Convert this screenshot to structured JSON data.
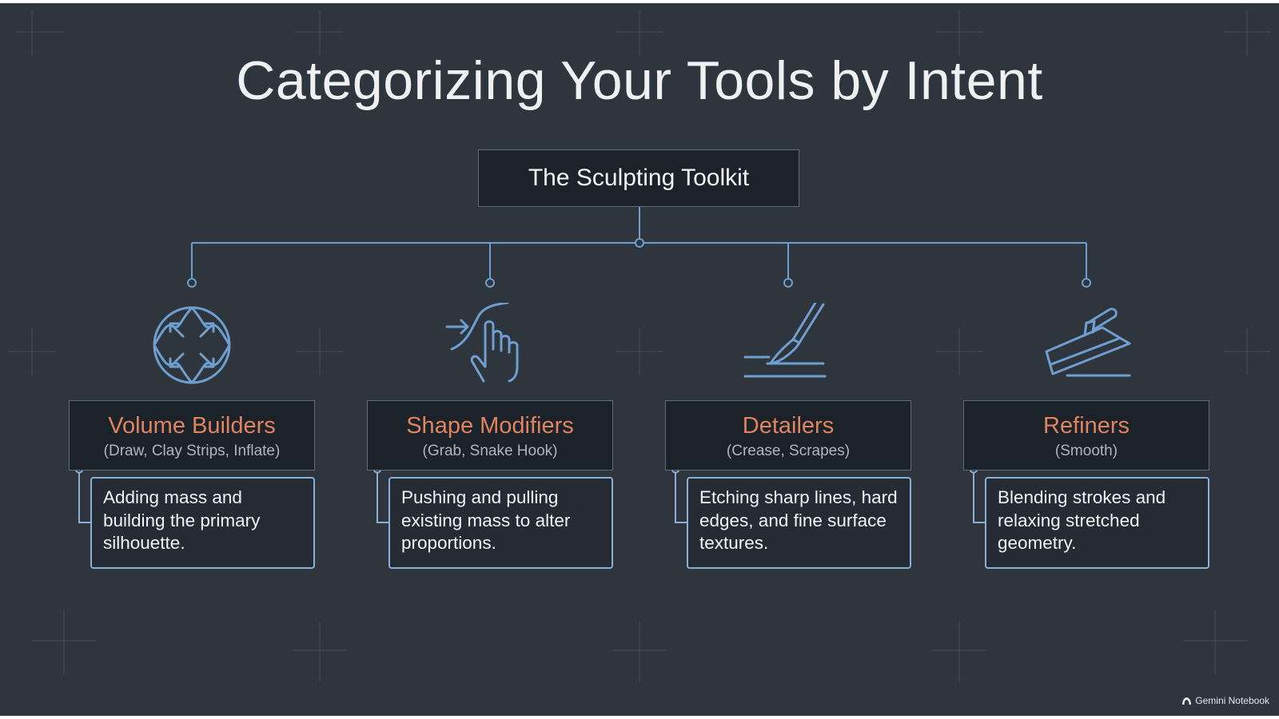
{
  "title": "Categorizing Your Tools by Intent",
  "root": "The Sculpting Toolkit",
  "categories": [
    {
      "name": "Volume Builders",
      "tools": "(Draw, Clay Strips, Inflate)",
      "description": "Adding mass and building the primary silhouette.",
      "icon": "expand-arrows-icon"
    },
    {
      "name": "Shape Modifiers",
      "tools": "(Grab, Snake Hook)",
      "description": "Pushing and pulling existing mass to alter proportions.",
      "icon": "grab-hand-icon"
    },
    {
      "name": "Detailers",
      "tools": "(Crease, Scrapes)",
      "description": "Etching sharp lines, hard edges, and fine surface textures.",
      "icon": "scalpel-icon"
    },
    {
      "name": "Refiners",
      "tools": "(Smooth)",
      "description": "Blending strokes and relaxing stretched geometry.",
      "icon": "trowel-icon"
    }
  ],
  "watermark": "Gemini Notebook",
  "colors": {
    "background": "#2f353d",
    "box": "#1c2229",
    "accent_orange": "#e0845f",
    "connector_blue": "#6f9fd0"
  }
}
